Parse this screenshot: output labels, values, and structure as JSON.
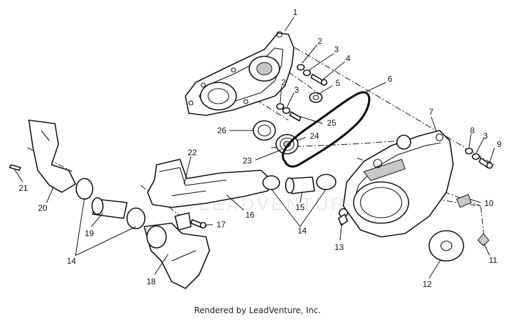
{
  "footer_text": "Rendered by LeadVenture, Inc.",
  "watermark": "LEADVENTURE",
  "callouts": [
    {
      "id": "c1",
      "label": "1"
    },
    {
      "id": "c2a",
      "label": "2"
    },
    {
      "id": "c3a",
      "label": "3"
    },
    {
      "id": "c4",
      "label": "4"
    },
    {
      "id": "c6",
      "label": "6"
    },
    {
      "id": "c2b",
      "label": "2"
    },
    {
      "id": "c3b",
      "label": "3"
    },
    {
      "id": "c5",
      "label": "5"
    },
    {
      "id": "c25",
      "label": "25"
    },
    {
      "id": "c26",
      "label": "26"
    },
    {
      "id": "c24",
      "label": "24"
    },
    {
      "id": "c23",
      "label": "23"
    },
    {
      "id": "c7",
      "label": "7"
    },
    {
      "id": "c8",
      "label": "8"
    },
    {
      "id": "c3c",
      "label": "3"
    },
    {
      "id": "c9",
      "label": "9"
    },
    {
      "id": "c22",
      "label": "22"
    },
    {
      "id": "c21",
      "label": "21"
    },
    {
      "id": "c20",
      "label": "20"
    },
    {
      "id": "c19",
      "label": "19"
    },
    {
      "id": "c14a",
      "label": "14"
    },
    {
      "id": "c16",
      "label": "16"
    },
    {
      "id": "c15",
      "label": "15"
    },
    {
      "id": "c14b",
      "label": "14"
    },
    {
      "id": "c17",
      "label": "17"
    },
    {
      "id": "c18",
      "label": "18"
    },
    {
      "id": "c13",
      "label": "13"
    },
    {
      "id": "c10",
      "label": "10"
    },
    {
      "id": "c11",
      "label": "11"
    },
    {
      "id": "c12",
      "label": "12"
    }
  ]
}
